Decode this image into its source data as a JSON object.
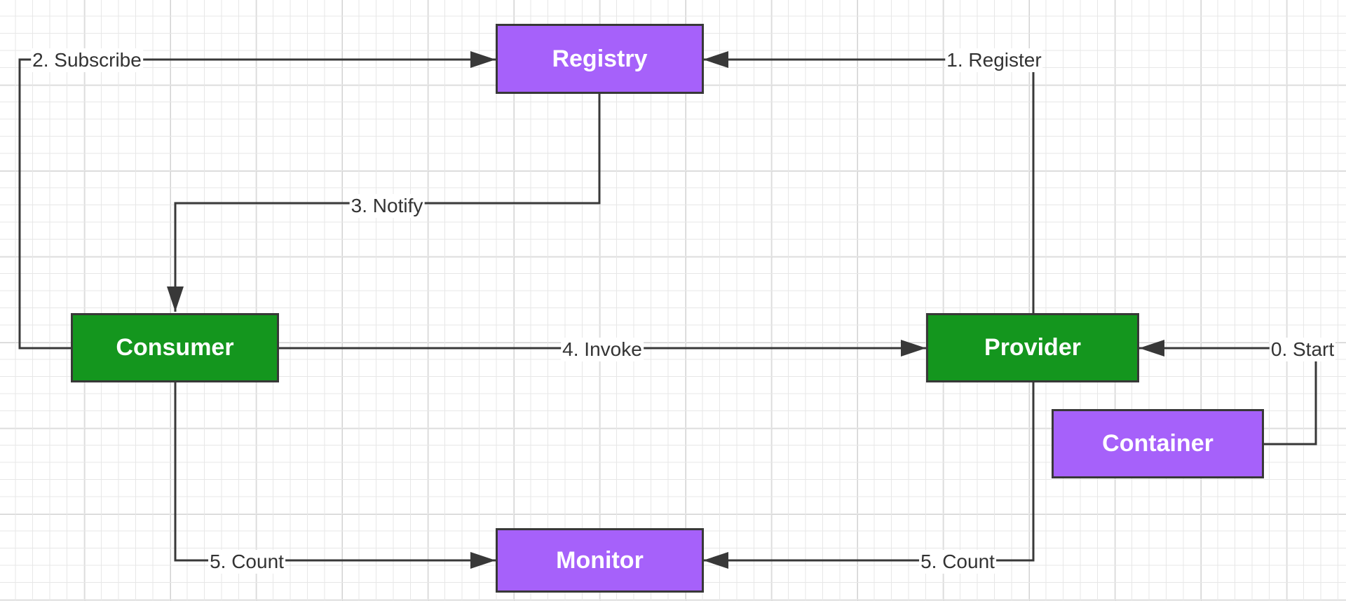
{
  "nodes": {
    "registry": {
      "label": "Registry"
    },
    "consumer": {
      "label": "Consumer"
    },
    "provider": {
      "label": "Provider"
    },
    "container": {
      "label": "Container"
    },
    "monitor": {
      "label": "Monitor"
    }
  },
  "edges": {
    "start": {
      "label": "0. Start"
    },
    "register": {
      "label": "1. Register"
    },
    "subscribe": {
      "label": "2. Subscribe"
    },
    "notify": {
      "label": "3. Notify"
    },
    "invoke": {
      "label": "4. Invoke"
    },
    "count_left": {
      "label": "5. Count"
    },
    "count_right": {
      "label": "5. Count"
    }
  },
  "colors": {
    "service_node": "#a661fa",
    "app_node": "#14961e",
    "edge": "#383838"
  }
}
